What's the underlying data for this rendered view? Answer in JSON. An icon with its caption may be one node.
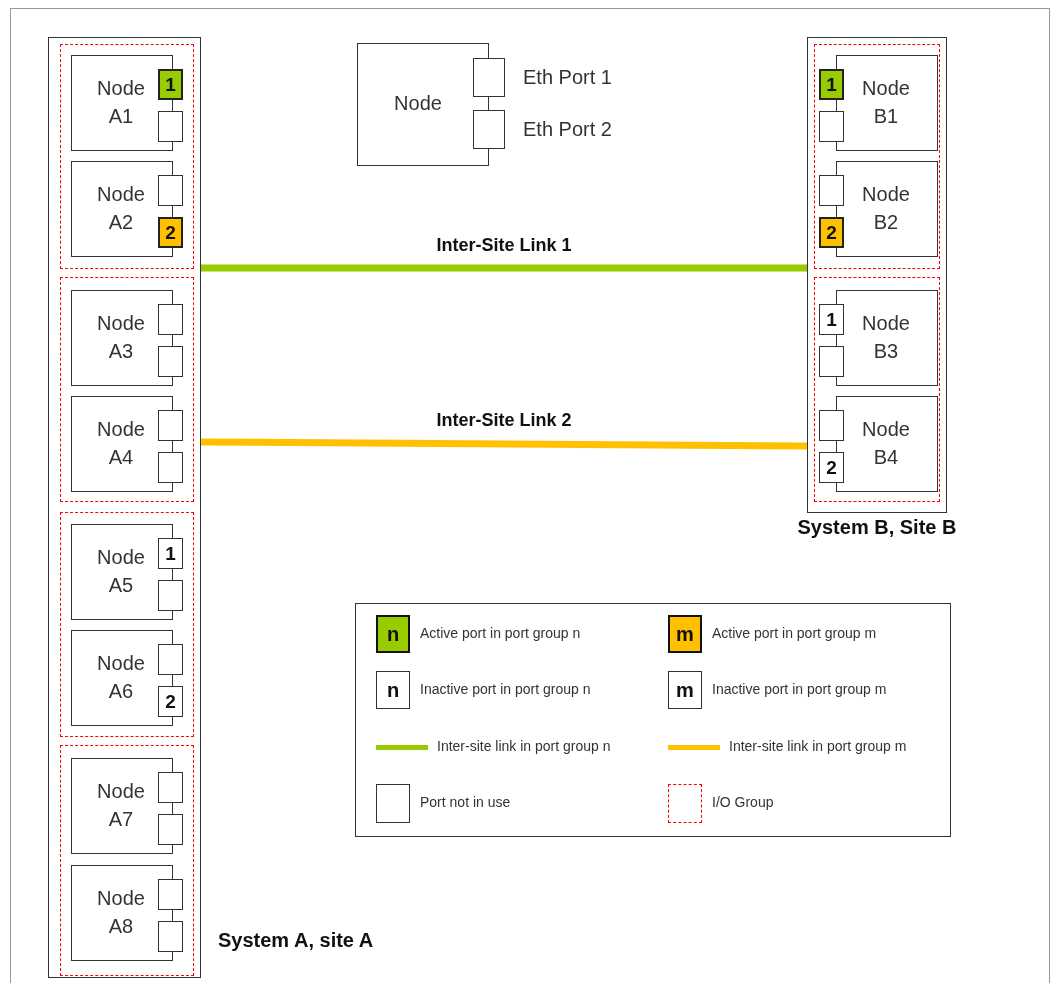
{
  "diagram": {
    "nodes": [
      {
        "text": [
          "System A, site A"
        ]
      },
      {
        "text": [],
        "shape": "box",
        "in": 0
      },
      {
        "text": [
          "Node A1"
        ],
        "in": 1
      },
      {
        "text": [
          "1"
        ],
        "in": 1
      },
      {
        "text": [],
        "shape": "box",
        "in": 1
      },
      {
        "text": [
          "Node A2"
        ],
        "in": 1
      },
      {
        "text": [],
        "shape": "box",
        "in": 1
      },
      {
        "text": [
          "2"
        ],
        "in": 1
      },
      {
        "text": [],
        "shape": "box",
        "in": 0
      },
      {
        "text": [
          "Node A3"
        ],
        "in": 8
      },
      {
        "text": [],
        "shape": "box",
        "in": 8
      },
      {
        "text": [],
        "shape": "box",
        "in": 8
      },
      {
        "text": [
          "Node A4"
        ],
        "in": 8
      },
      {
        "text": [],
        "shape": "box",
        "in": 8
      },
      {
        "text": [],
        "shape": "box",
        "in": 8
      },
      {
        "text": [],
        "shape": "box",
        "in": 0
      },
      {
        "text": [
          "Node A5"
        ],
        "in": 15
      },
      {
        "text": [
          "1"
        ],
        "in": 15
      },
      {
        "text": [],
        "shape": "box",
        "in": 15
      },
      {
        "text": [
          "Node A6"
        ],
        "in": 15
      },
      {
        "text": [],
        "shape": "box",
        "in": 15
      },
      {
        "text": [
          "2"
        ],
        "in": 15
      },
      {
        "text": [],
        "shape": "box",
        "in": 0
      },
      {
        "text": [
          "Node A7"
        ],
        "in": 22
      },
      {
        "text": [],
        "shape": "box",
        "in": 22
      },
      {
        "text": [],
        "shape": "box",
        "in": 22
      },
      {
        "text": [
          "Node A8"
        ],
        "in": 22
      },
      {
        "text": [],
        "shape": "box",
        "in": 22
      },
      {
        "text": [],
        "shape": "box",
        "in": 22
      },
      {
        "text": [
          "System B, Site B"
        ]
      },
      {
        "text": [],
        "shape": "box",
        "in": 29
      },
      {
        "text": [
          "Node B1"
        ],
        "in": 30
      },
      {
        "text": [
          "1"
        ],
        "in": 30
      },
      {
        "text": [],
        "shape": "box",
        "in": 30
      },
      {
        "text": [
          "Node B2"
        ],
        "in": 30
      },
      {
        "text": [],
        "shape": "box",
        "in": 30
      },
      {
        "text": [
          "2"
        ],
        "in": 30
      },
      {
        "text": [],
        "shape": "box",
        "in": 29
      },
      {
        "text": [
          "Node B3"
        ],
        "in": 37
      },
      {
        "text": [
          "1"
        ],
        "in": 37
      },
      {
        "text": [],
        "shape": "box",
        "in": 37
      },
      {
        "text": [
          "Node B4"
        ],
        "in": 37
      },
      {
        "text": [],
        "shape": "box",
        "in": 37
      },
      {
        "text": [
          "2"
        ],
        "in": 37
      },
      {
        "text": [
          "Node"
        ]
      },
      {
        "text": [],
        "shape": "box",
        "beside": [
          "Eth Port 1"
        ]
      },
      {
        "text": [],
        "shape": "box",
        "beside": [
          "Eth Port 2"
        ]
      }
    ],
    "edges": [
      {
        "from": 0,
        "to": 29,
        "arrow": "none",
        "label": "Inter-Site Link 1",
        "color": "#99cc00"
      },
      {
        "from": 0,
        "to": 29,
        "arrow": "none",
        "label": "Inter-Site Link 2",
        "color": "#ffc000"
      }
    ],
    "labels": [
      "n",
      "m",
      "n",
      "m"
    ],
    "legend": [
      {
        "text": "Active port in port group n",
        "color": "#99cc00"
      },
      {
        "text": "Active port in port group m",
        "color": "#ffc000"
      },
      {
        "text": "Inactive port in port group n"
      },
      {
        "text": "Inactive port in port group m"
      },
      {
        "text": "Inter-site link in port group n"
      },
      {
        "text": "Inter-site link in port group m"
      },
      {
        "text": "Port not in use"
      },
      {
        "text": "I/O Group"
      }
    ]
  }
}
